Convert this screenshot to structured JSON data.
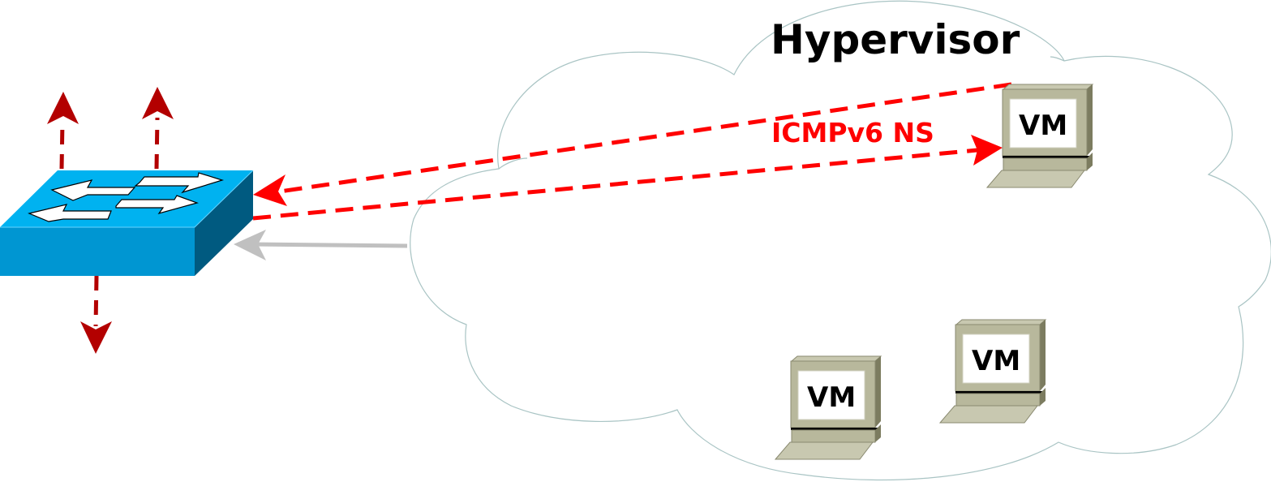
{
  "diagram": {
    "cloud": {
      "label": "Hypervisor",
      "stroke_color": "#a9c4c4"
    },
    "message": {
      "label": "ICMPv6 NS",
      "color": "#ff0000"
    },
    "switch": {
      "top_color": "#00b2f0",
      "front_color": "#0096d2",
      "side_color": "#005a80",
      "uplink_arrow_color": "#b30000"
    },
    "vms": [
      {
        "label": "VM",
        "role": "sender"
      },
      {
        "label": "VM"
      },
      {
        "label": "VM"
      }
    ],
    "arrows": [
      {
        "from": "vm-0",
        "to": "switch",
        "style": "dashed",
        "color": "#ff0000"
      },
      {
        "from": "switch",
        "to": "vm-0",
        "style": "dashed",
        "color": "#ff0000"
      },
      {
        "from": "hypervisor",
        "to": "switch",
        "style": "solid",
        "color": "#c0c0c0"
      },
      {
        "from": "switch",
        "to": "up-left",
        "style": "dashed",
        "color": "#b30000"
      },
      {
        "from": "switch",
        "to": "up-right",
        "style": "dashed",
        "color": "#b30000"
      },
      {
        "from": "switch",
        "to": "down",
        "style": "dashed",
        "color": "#b30000"
      }
    ]
  }
}
